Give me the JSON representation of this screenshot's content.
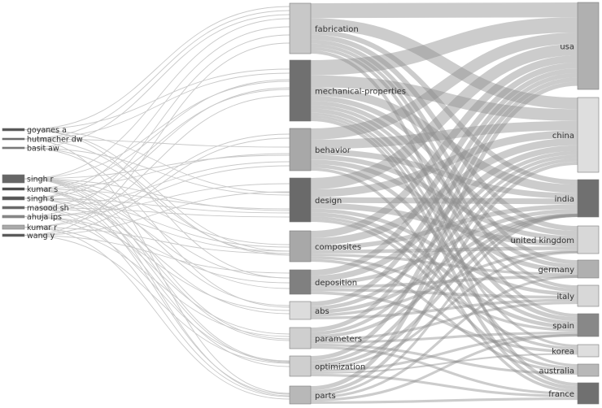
{
  "colors": {
    "background": "#ffffff",
    "author_link": "#c9c9c9",
    "keyword_link": "#8f8f8f",
    "node_stroke": "#7a7a7a",
    "label": "#333333"
  },
  "authors": [
    {
      "id": "goyanes-a",
      "label": "goyanes a",
      "shade": "#555555"
    },
    {
      "id": "hutmacher-dw",
      "label": "hutmacher dw",
      "shade": "#666666"
    },
    {
      "id": "basit-aw",
      "label": "basit aw",
      "shade": "#777777"
    },
    {
      "id": "singh-r",
      "label": "singh r",
      "shade": "#666666"
    },
    {
      "id": "kumar-s",
      "label": "kumar s",
      "shade": "#444444"
    },
    {
      "id": "singh-s",
      "label": "singh s",
      "shade": "#555555"
    },
    {
      "id": "masood-sh",
      "label": "masood sh",
      "shade": "#666666"
    },
    {
      "id": "ahuja-ips",
      "label": "ahuja ips",
      "shade": "#888888"
    },
    {
      "id": "kumar-r",
      "label": "kumar r",
      "shade": "#aaaaaa"
    },
    {
      "id": "wang-y",
      "label": "wang y",
      "shade": "#555555"
    }
  ],
  "keywords": [
    {
      "id": "fabrication",
      "label": "fabrication",
      "shade": "#c8c8c8"
    },
    {
      "id": "mechanical-properties",
      "label": "mechanical-properties",
      "shade": "#707070"
    },
    {
      "id": "behavior",
      "label": "behavior",
      "shade": "#a8a8a8"
    },
    {
      "id": "design",
      "label": "design",
      "shade": "#6a6a6a"
    },
    {
      "id": "composites",
      "label": "composites",
      "shade": "#a8a8a8"
    },
    {
      "id": "deposition",
      "label": "deposition",
      "shade": "#808080"
    },
    {
      "id": "abs",
      "label": "abs",
      "shade": "#dcdcdc"
    },
    {
      "id": "parameters",
      "label": "parameters",
      "shade": "#cfcfcf"
    },
    {
      "id": "optimization",
      "label": "optimization",
      "shade": "#cfcfcf"
    },
    {
      "id": "parts",
      "label": "parts",
      "shade": "#b8b8b8"
    }
  ],
  "countries": [
    {
      "id": "usa",
      "label": "usa",
      "shade": "#b0b0b0"
    },
    {
      "id": "china",
      "label": "china",
      "shade": "#dedede"
    },
    {
      "id": "india",
      "label": "india",
      "shade": "#707070"
    },
    {
      "id": "united-kingdom",
      "label": "united kingdom",
      "shade": "#d8d8d8"
    },
    {
      "id": "germany",
      "label": "germany",
      "shade": "#b0b0b0"
    },
    {
      "id": "italy",
      "label": "italy",
      "shade": "#d8d8d8"
    },
    {
      "id": "spain",
      "label": "spain",
      "shade": "#888888"
    },
    {
      "id": "korea",
      "label": "korea",
      "shade": "#dedede"
    },
    {
      "id": "australia",
      "label": "australia",
      "shade": "#b8b8b8"
    },
    {
      "id": "france",
      "label": "france",
      "shade": "#707070"
    }
  ]
}
